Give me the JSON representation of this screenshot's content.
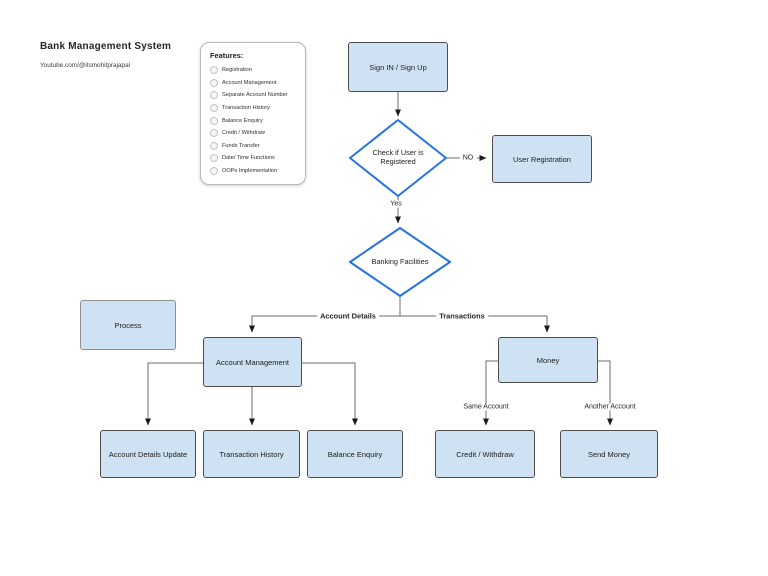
{
  "page": {
    "title": "Bank Management System",
    "subtitle": "Youtube.com/@itsmohitprajapal"
  },
  "features": {
    "title": "Features:",
    "items": [
      "Registration",
      "Account Management",
      "Separate Account Number",
      "Transaction History",
      "Balance Enquiry",
      "Credit / Withdraw",
      "Funds Transfer",
      "Date/ Time Functions",
      "OOPs Implementation"
    ]
  },
  "nodes": {
    "sign_in": "Sign IN / Sign Up",
    "check_registered": "Check if User is Registered",
    "user_registration": "User Registration",
    "banking_facilities": "Banking Facilities",
    "process": "Process",
    "account_management": "Account Management",
    "money": "Money",
    "account_details_update": "Account Details Update",
    "transaction_history": "Transaction History",
    "balance_enquiry": "Balance Enquiry",
    "credit_withdraw": "Credit / Withdraw",
    "send_money": "Send Money"
  },
  "edge_labels": {
    "no": "NO",
    "yes": "Yes",
    "account_details": "Account Details",
    "transactions": "Transactions",
    "same_account": "Same Account",
    "another_account": "Another Account"
  },
  "colors": {
    "node_fill": "#cfe2f3",
    "node_border": "#4d4d4d",
    "diamond_border": "#2673e8",
    "diamond_fill": "#ffffff",
    "connector": "#6e6e6e",
    "arrowhead": "#1a1a1a"
  }
}
